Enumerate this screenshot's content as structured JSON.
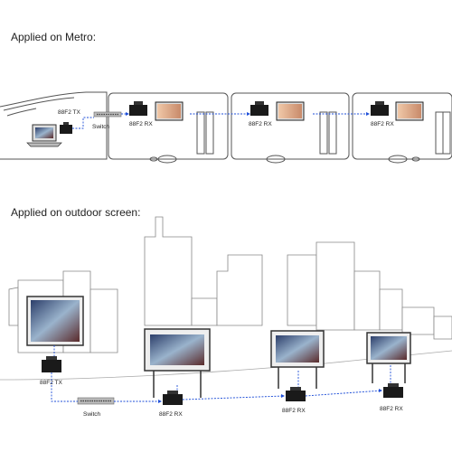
{
  "sections": {
    "metro": {
      "title": "Applied on Metro:",
      "tx_label": "88F2 TX",
      "switch_label": "Switch",
      "rx_label": "88F2 RX"
    },
    "outdoor": {
      "title": "Applied on outdoor screen:",
      "tx_label": "88F2 TX",
      "switch_label": "Switch",
      "rx_label": "88F2 RX"
    }
  },
  "colors": {
    "line": "#555555",
    "link": "#1f4fd8",
    "device": "#1a1a1a",
    "screen": "#6a8fb5"
  }
}
